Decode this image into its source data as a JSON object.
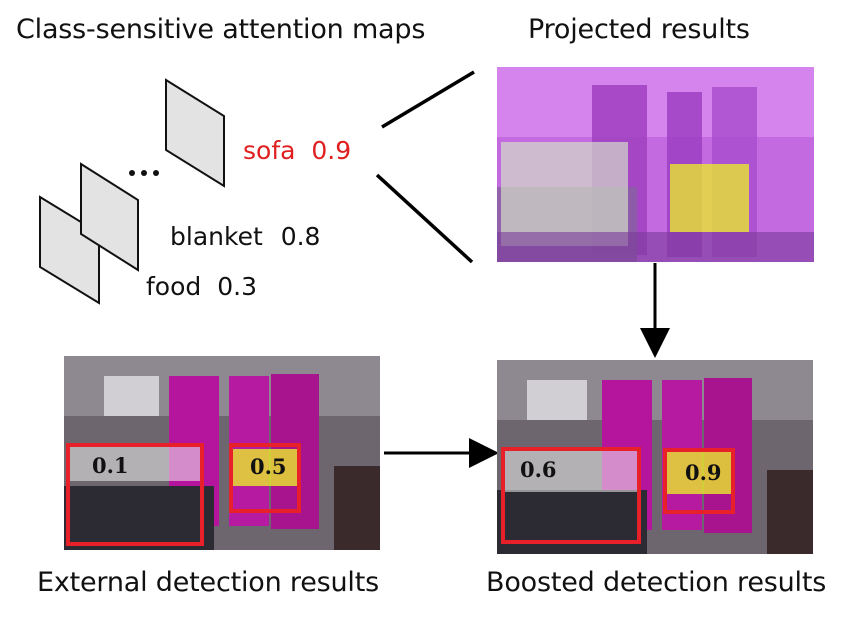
{
  "titles": {
    "attention": "Class-sensitive attention maps",
    "projected": "Projected results",
    "external": "External detection results",
    "boosted": "Boosted detection results"
  },
  "attention_maps": {
    "ellipsis": "...",
    "classes": [
      {
        "name": "sofa",
        "score": "0.9",
        "color": "#e02020"
      },
      {
        "name": "blanket",
        "score": "0.8",
        "color": "#111111"
      },
      {
        "name": "food",
        "score": "0.3",
        "color": "#111111"
      }
    ]
  },
  "external": {
    "person_score": "0.1",
    "food_score": "0.5"
  },
  "boosted": {
    "person_score": "0.6",
    "food_score": "0.9"
  },
  "colors": {
    "box": "#e8202a",
    "highlight_yellow": "#e9ea2a",
    "tint": "#d23cf0"
  }
}
